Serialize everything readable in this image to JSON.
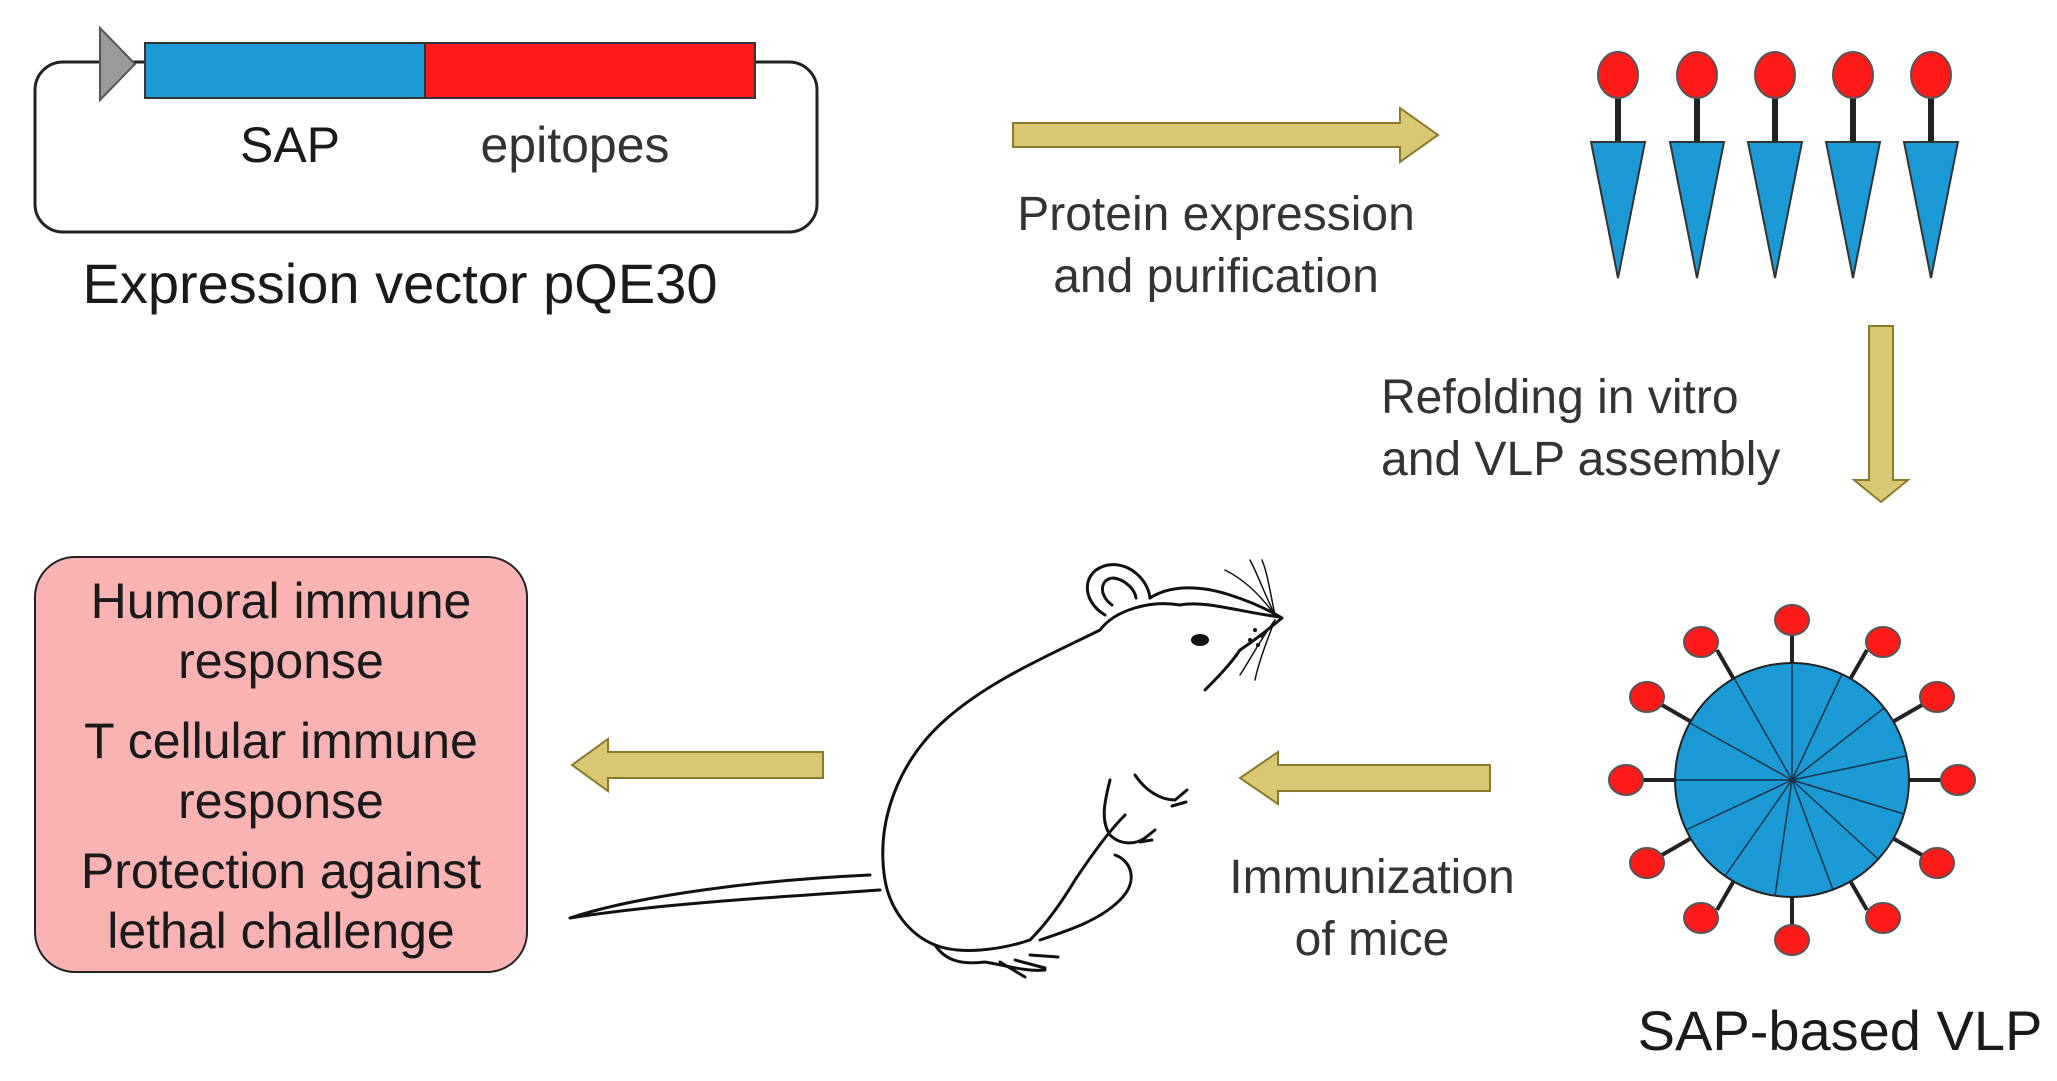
{
  "vector": {
    "sap_label": "SAP",
    "epitopes_label": "epitopes",
    "caption": "Expression vector pQE30"
  },
  "steps": {
    "expression": [
      "Protein expression",
      "and purification"
    ],
    "refolding": [
      "Refolding in vitro",
      "and VLP assembly"
    ],
    "immunization": [
      "Immunization",
      "of mice"
    ]
  },
  "vlp": {
    "caption": "SAP-based VLP"
  },
  "results": {
    "lines": [
      "Humoral immune",
      "response",
      "T cellular immune",
      "response",
      "Protection against",
      "lethal challenge"
    ]
  },
  "colors": {
    "sap_blue": "#1b9ad6",
    "epitope_red": "#ff1a1a",
    "arrow_khaki": "#d9c873",
    "arrow_stroke": "#8a7a2e",
    "results_fill": "#f9b3b3"
  }
}
